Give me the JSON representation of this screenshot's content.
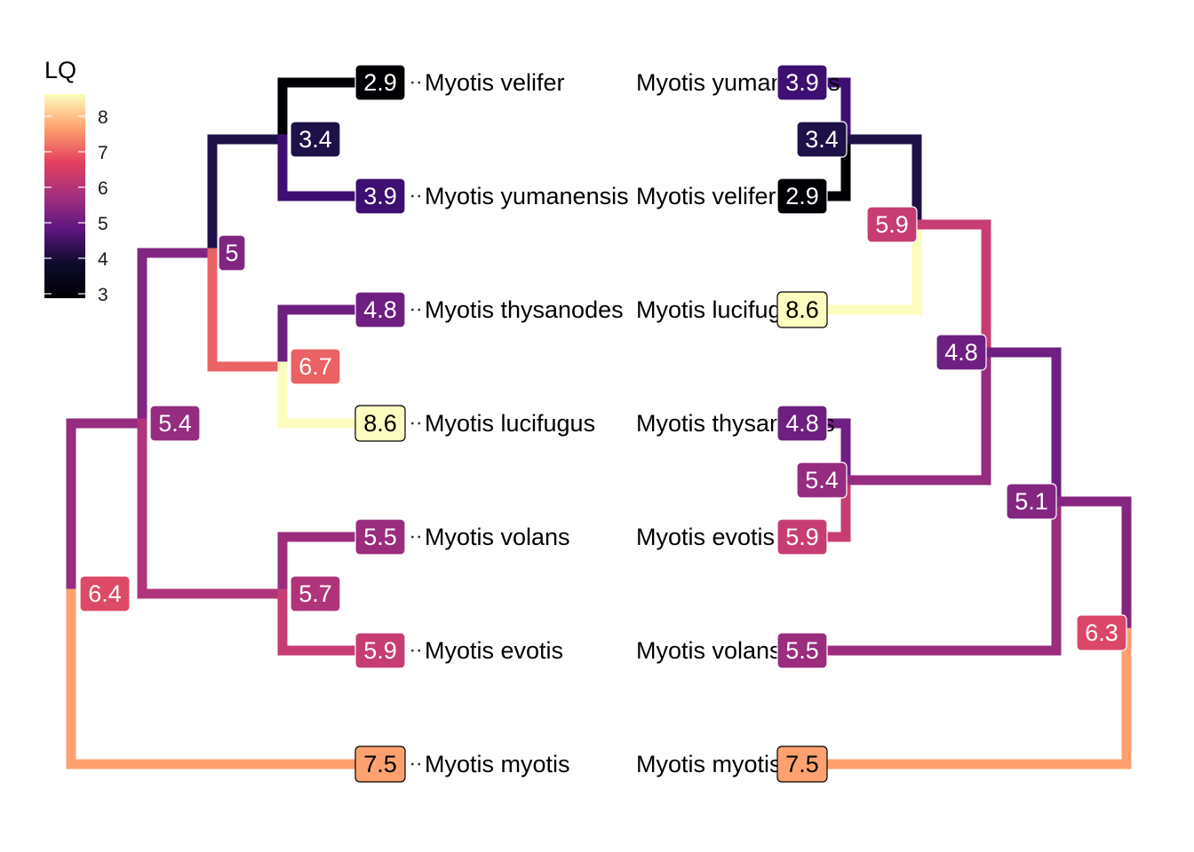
{
  "legend": {
    "title": "LQ",
    "ticks": [
      "8",
      "7",
      "6",
      "5",
      "4",
      "3"
    ],
    "gradient": [
      "#FCFDBF",
      "#FEA16E",
      "#E4405E",
      "#A3307E",
      "#5A167E",
      "#0E0B2B",
      "#000004"
    ]
  },
  "left_tree": {
    "tips": [
      {
        "name": "Myotis velifer",
        "value": "2.9",
        "color": "#000004"
      },
      {
        "name": "Myotis yumanensis",
        "value": "3.9",
        "color": "#3E0F72"
      },
      {
        "name": "Myotis thysanodes",
        "value": "4.8",
        "color": "#6E1F81"
      },
      {
        "name": "Myotis lucifugus",
        "value": "8.6",
        "color": "#FCFDBF"
      },
      {
        "name": "Myotis volans",
        "value": "5.5",
        "color": "#9B2C7E"
      },
      {
        "name": "Myotis evotis",
        "value": "5.9",
        "color": "#C73D73"
      },
      {
        "name": "Myotis myotis",
        "value": "7.5",
        "color": "#FEA16E"
      }
    ],
    "nodes": [
      {
        "value": "3.4",
        "color": "#1D1147"
      },
      {
        "value": "5",
        "color": "#802582"
      },
      {
        "value": "6.7",
        "color": "#EB6264"
      },
      {
        "value": "5.4",
        "color": "#952C80"
      },
      {
        "value": "5.7",
        "color": "#B0347A"
      },
      {
        "value": "6.4",
        "color": "#DE4968"
      }
    ]
  },
  "right_tree": {
    "tips": [
      {
        "name": "Myotis yumanensis",
        "value": "3.9",
        "color": "#3E0F72"
      },
      {
        "name": "Myotis velifer",
        "value": "2.9",
        "color": "#000004"
      },
      {
        "name": "Myotis lucifugus",
        "value": "8.6",
        "color": "#FCFDBF"
      },
      {
        "name": "Myotis thysanodes",
        "value": "4.8",
        "color": "#6E1F81"
      },
      {
        "name": "Myotis evotis",
        "value": "5.9",
        "color": "#C73D73"
      },
      {
        "name": "Myotis volans",
        "value": "5.5",
        "color": "#9B2C7E"
      },
      {
        "name": "Myotis myotis",
        "value": "7.5",
        "color": "#FEA16E"
      }
    ],
    "nodes": [
      {
        "value": "3.4",
        "color": "#1D1147"
      },
      {
        "value": "5.9",
        "color": "#C73D73"
      },
      {
        "value": "4.8",
        "color": "#6E1F81"
      },
      {
        "value": "5.4",
        "color": "#952C80"
      },
      {
        "value": "5.1",
        "color": "#842681"
      },
      {
        "value": "6.3",
        "color": "#DB4669"
      }
    ]
  }
}
